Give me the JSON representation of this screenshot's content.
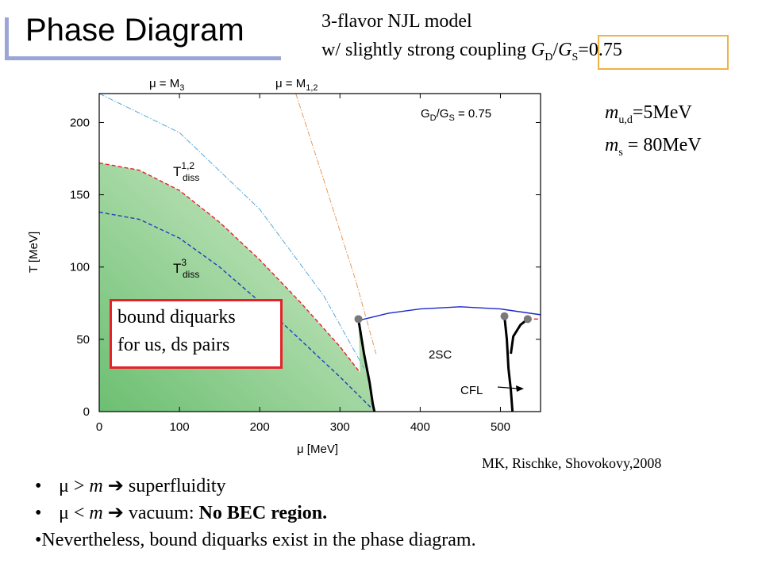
{
  "slide": {
    "title": "Phase Diagram",
    "model_line1": "3-flavor NJL model",
    "model_line2_prefix": "w/ slightly strong coupling ",
    "ratio_G1": "G",
    "ratio_sub1": "D",
    "ratio_slash": "/",
    "ratio_G2": "G",
    "ratio_sub2": "S",
    "ratio_value": "=0.75",
    "mass_ud_m": "m",
    "mass_ud_sub": "u,d",
    "mass_ud_value": "=5MeV",
    "mass_s_m": "m",
    "mass_s_sub": "s",
    "mass_s_value": " = 80MeV",
    "citation": "MK, Rischke, Shovokovy,2008",
    "bullets": [
      {
        "mu": "μ",
        "rel": " > ",
        "m": "m",
        "arrow": " ➔ ",
        "text": "superfluidity",
        "bold": ""
      },
      {
        "mu": "μ",
        "rel": " < ",
        "m": "m",
        "arrow": " ➔ ",
        "text": "vacuum:  ",
        "bold": "No BEC region."
      },
      {
        "text": "Nevertheless, bound diquarks exist in the phase diagram."
      }
    ],
    "diquark_box_line1": "bound diquarks",
    "diquark_box_line2": "for us, ds pairs"
  },
  "chart_data": {
    "type": "line",
    "xlabel": "μ [MeV]",
    "ylabel": "T [MeV]",
    "xlim": [
      0,
      550
    ],
    "ylim": [
      0,
      220
    ],
    "xticks": [
      0,
      100,
      200,
      300,
      400,
      500
    ],
    "yticks": [
      0,
      50,
      100,
      150,
      200
    ],
    "annotation_ratio": "G_D/G_S = 0.75",
    "label_mu_M3": "μ = M",
    "label_mu_M3_sub": "3",
    "label_mu_M12": "μ = M",
    "label_mu_M12_sub": "1,2",
    "label_Tdiss12": "T",
    "label_Tdiss12_sup": "1,2",
    "label_Tdiss12_sub": "diss",
    "label_Tdiss3": "T",
    "label_Tdiss3_sup": "3",
    "label_Tdiss3_sub": "diss",
    "label_2SC": "2SC",
    "label_CFL": "CFL",
    "series": [
      {
        "id": "T_diss_12",
        "color": "#e8202a",
        "dash": "dashed",
        "x": [
          0,
          50,
          100,
          150,
          200,
          250,
          300,
          325
        ],
        "y": [
          172,
          167,
          153,
          131,
          105,
          76,
          45,
          27
        ]
      },
      {
        "id": "T_diss_3",
        "color": "#1f3fbf",
        "dash": "dashed",
        "x": [
          0,
          50,
          100,
          150,
          200,
          250,
          300,
          340
        ],
        "y": [
          138,
          133,
          120,
          100,
          76,
          50,
          24,
          2
        ]
      },
      {
        "id": "mu_eq_M3",
        "color": "#5aa8d8",
        "dash": "dashdot",
        "x": [
          0,
          100,
          200,
          280,
          330
        ],
        "y": [
          220,
          193,
          140,
          80,
          30
        ]
      },
      {
        "id": "mu_eq_M12",
        "color": "#e89a5a",
        "dash": "dashdot",
        "x": [
          245,
          280,
          320,
          345
        ],
        "y": [
          220,
          160,
          90,
          40
        ]
      },
      {
        "id": "chiral_boundary",
        "color": "#000000",
        "dash": "solid",
        "x": [
          323,
          330,
          337,
          341,
          343
        ],
        "y": [
          64,
          40,
          20,
          5,
          0
        ]
      },
      {
        "id": "2SC_boundary",
        "color": "#1a28c8",
        "dash": "solid",
        "x": [
          323,
          360,
          400,
          450,
          500,
          550
        ],
        "y": [
          63,
          68,
          71,
          72.5,
          71,
          67
        ]
      },
      {
        "id": "CFL_boundary_left",
        "color": "#000000",
        "dash": "solid",
        "x": [
          505,
          508,
          510,
          513,
          515
        ],
        "y": [
          66,
          50,
          30,
          15,
          0
        ]
      },
      {
        "id": "CFL_boundary_right",
        "color": "#000000",
        "dash": "solid",
        "x": [
          534,
          525,
          516,
          513
        ],
        "y": [
          64,
          60,
          52,
          40
        ]
      },
      {
        "id": "critical_upper_right",
        "color": "#e8202a",
        "dash": "dashed",
        "x": [
          534,
          550
        ],
        "y": [
          64,
          64
        ]
      }
    ],
    "points": [
      {
        "x": 323,
        "y": 64
      },
      {
        "x": 505,
        "y": 66
      },
      {
        "x": 534,
        "y": 64
      }
    ]
  }
}
